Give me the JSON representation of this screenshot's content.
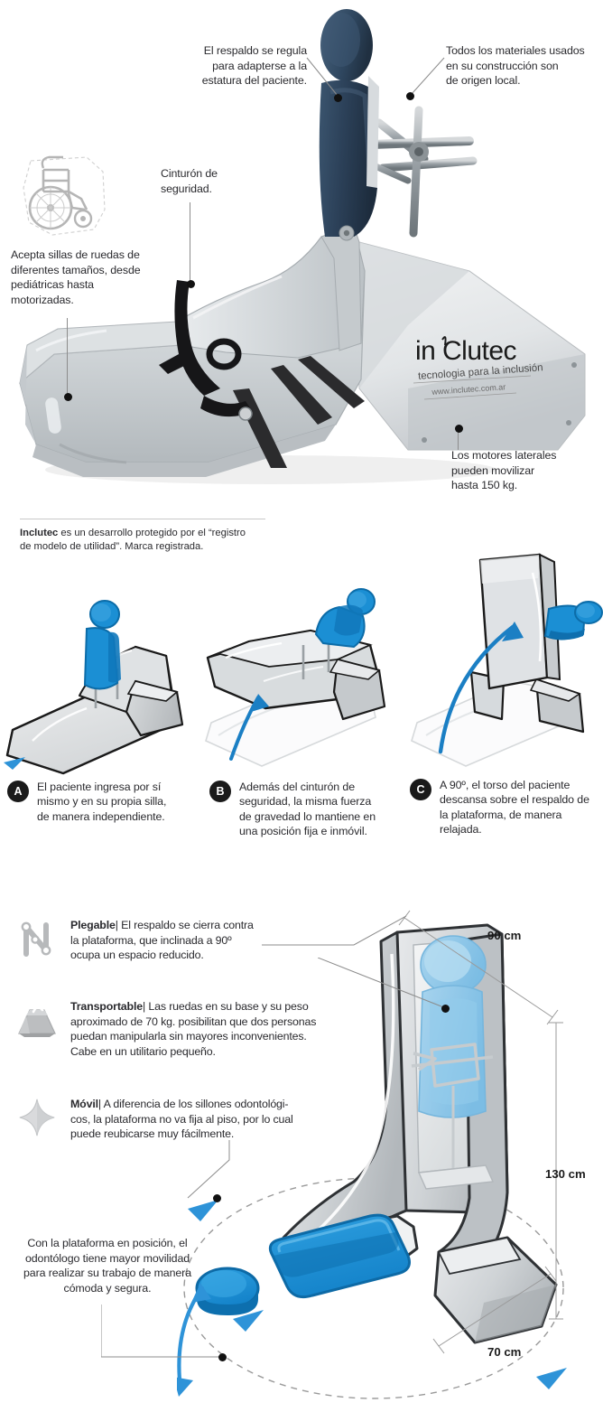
{
  "brand": {
    "logo_main": "inClutec",
    "logo_tagline": "tecnologia para la inclusión",
    "logo_url": "www.inclutec.com.ar",
    "accent_blue": "#1b8fd4",
    "accent_blue_dark": "#0a6aa8",
    "photo_seat_blue": "#2c4159",
    "platform_gray": "#c8cbcd",
    "text_color": "#2a2a2e"
  },
  "hero": {
    "callouts": {
      "backrest": "El respaldo se regula\npara adapterse a la\nestatura del paciente.",
      "backrest_lines": [
        "El respaldo se regula",
        "para adapterse a la",
        "estatura del paciente."
      ],
      "materials_lines": [
        "Todos los materiales usados",
        "en su construcción son",
        "de origen local."
      ],
      "belt_lines": [
        "Cinturón de",
        "seguridad."
      ],
      "wheelchair_lines": [
        "Acepta sillas de ruedas de",
        "diferentes tamaños, desde",
        "pediátricas hasta",
        "motorizadas."
      ],
      "motors_lines": [
        "Los motores laterales",
        "pueden movilizar",
        "hasta 150 kg."
      ]
    }
  },
  "trademark": {
    "bold_lead": "Inclutec",
    "rest_line1": " es un desarrollo protegido por el “registro",
    "line2": "de  modelo de utilidad”. Marca registrada."
  },
  "steps": [
    {
      "badge": "A",
      "figure": "patient-enters-on-ramp",
      "lines": [
        "El paciente ingresa por sí",
        "mismo y en su propia silla,",
        "de manera independiente."
      ]
    },
    {
      "badge": "B",
      "figure": "platform-tilting-up",
      "lines": [
        "Además del cinturón de",
        "seguridad, la misma fuerza",
        "de gravedad lo mantiene en",
        "una posición fija e inmóvil."
      ]
    },
    {
      "badge": "C",
      "figure": "platform-vertical-90-degrees",
      "lines": [
        "A 90º, el torso del paciente",
        "descansa sobre el respaldo de",
        "la plataforma, de manera",
        "relajada."
      ]
    }
  ],
  "features": [
    {
      "icon": "folding-hinge-icon",
      "title": "Plegable",
      "separator": "|",
      "lines": [
        " El respaldo se cierra contra",
        "la plataforma, que inclinada a 90º",
        "ocupa un espacio reducido."
      ]
    },
    {
      "icon": "weight-block-icon",
      "title": "Transportable",
      "separator": "|",
      "lines": [
        " Las ruedas en su base y su peso",
        "aproximado de 70 kg.  posibilitan que dos personas",
        "puedan manipularla sin mayores inconvenientes.",
        "Cabe en un utilitario pequeño."
      ]
    },
    {
      "icon": "four-point-move-icon",
      "title": "Móvil",
      "separator": "|",
      "lines": [
        " A diferencia de los sillones odontológi-",
        "cos, la plataforma no va fija al piso, por lo cual",
        "puede reubicarse muy fácilmente."
      ]
    }
  ],
  "dimensions": {
    "width_top": "90 cm",
    "height_side": "130 cm",
    "depth_bottom": "70 cm"
  },
  "bottom_caption": {
    "lines": [
      "Con la plataforma en posición, el",
      "odontólogo tiene mayor movilidad",
      "para realizar su trabajo de manera",
      "cómoda y segura."
    ]
  }
}
